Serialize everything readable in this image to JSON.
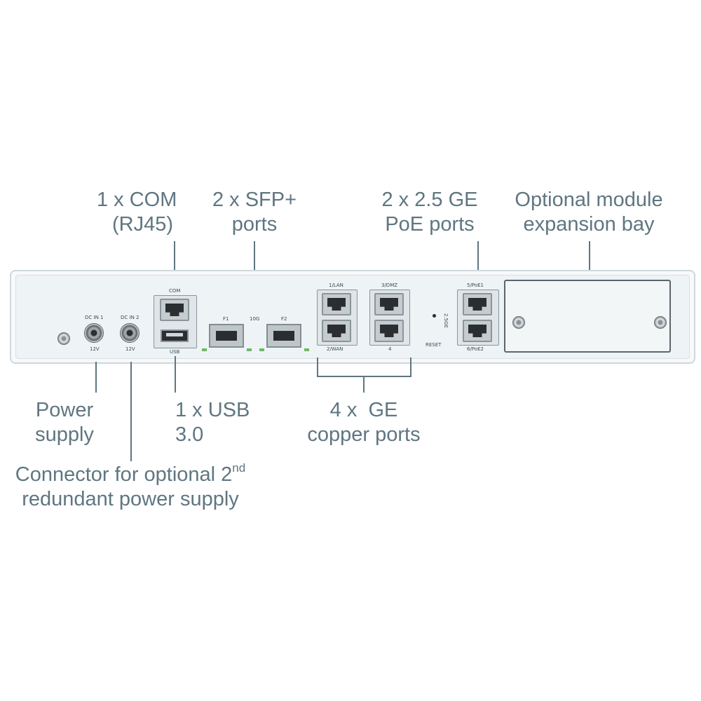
{
  "callouts": {
    "com": [
      "1 x COM",
      "(RJ45)"
    ],
    "sfp": [
      "2 x SFP+",
      "ports"
    ],
    "poe": [
      "2 x 2.5 GE",
      "PoE ports"
    ],
    "bay": [
      "Optional module",
      "expansion bay"
    ],
    "power": [
      "Power",
      "supply"
    ],
    "usb": [
      "1 x USB",
      "3.0"
    ],
    "copper": [
      "4 x  GE",
      "copper ports"
    ],
    "redundant": {
      "line1": "Connector for optional 2",
      "line1_sup": "nd",
      "line2": "redundant power supply"
    }
  },
  "panel_labels": {
    "dc_in_1": "DC IN 1",
    "dc_in_2": "DC IN 2",
    "volt_1": "12V",
    "volt_2": "12V",
    "com": "COM",
    "usb": "USB",
    "f1": "F1",
    "sfp_mid": "10G",
    "f2": "F2",
    "lan": "1/LAN",
    "dmz": "3/DMZ",
    "wan": "2/WAN",
    "port4": "4",
    "reset": "RESET",
    "poe1": "5/PoE1",
    "poe2": "6/PoE2",
    "side": "2.5GE"
  },
  "colors": {
    "callout_text": "#5f7681",
    "led": "#6fb86a"
  }
}
